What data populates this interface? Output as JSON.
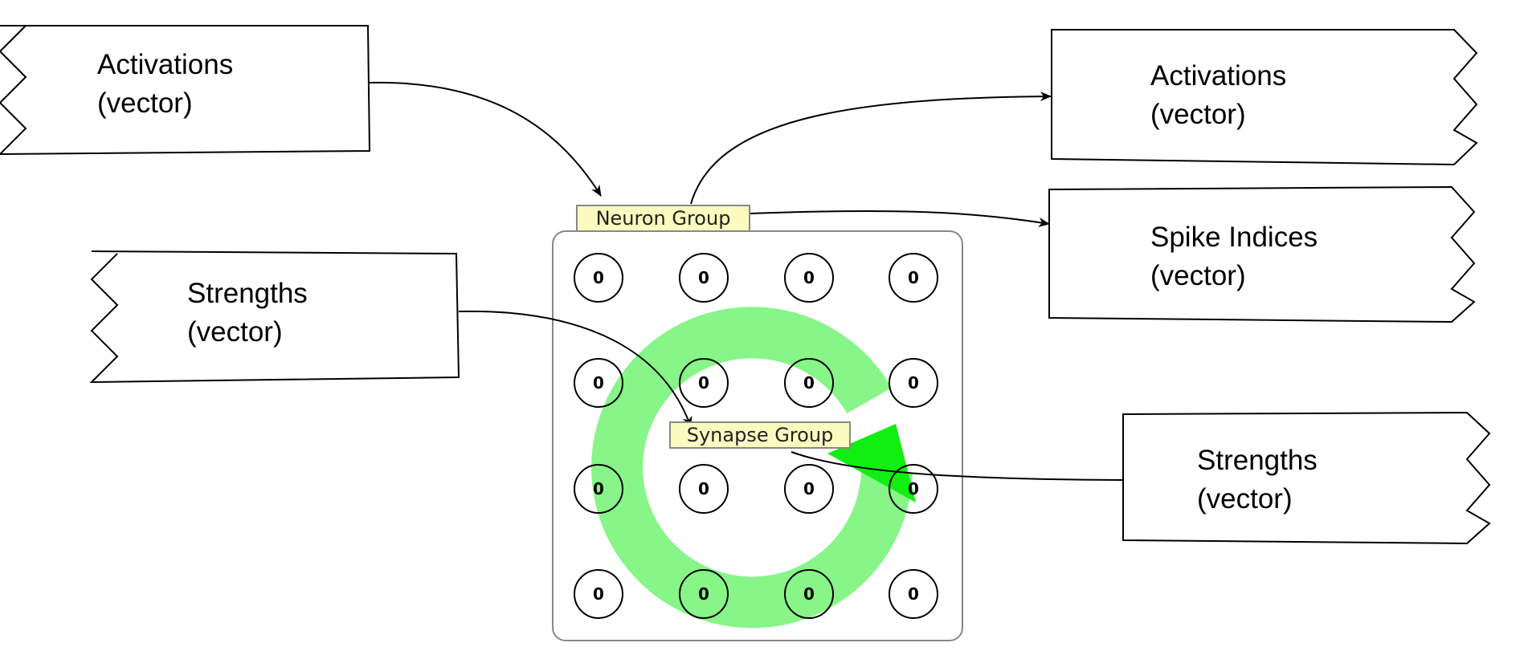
{
  "ports": {
    "in_activations": {
      "line1": "Activations",
      "line2": "(vector)"
    },
    "in_strengths": {
      "line1": "Strengths",
      "line2": "(vector)"
    },
    "out_activations": {
      "line1": "Activations",
      "line2": "(vector)"
    },
    "out_spike_indices": {
      "line1": "Spike Indices",
      "line2": "(vector)"
    },
    "out_strengths": {
      "line1": "Strengths",
      "line2": "(vector)"
    }
  },
  "neuron_group": {
    "label": "Neuron Group",
    "neuron_values": [
      "0",
      "0",
      "0",
      "0",
      "0",
      "0",
      "0",
      "0",
      "0",
      "0",
      "0",
      "0",
      "0",
      "0",
      "0",
      "0"
    ]
  },
  "synapse_group": {
    "label": "Synapse Group"
  },
  "colors": {
    "recurrent_arrow": "#87f587",
    "arrow_head": "#11ee11",
    "tag_fill": "#fbfbbf",
    "stroke": "#000000"
  }
}
